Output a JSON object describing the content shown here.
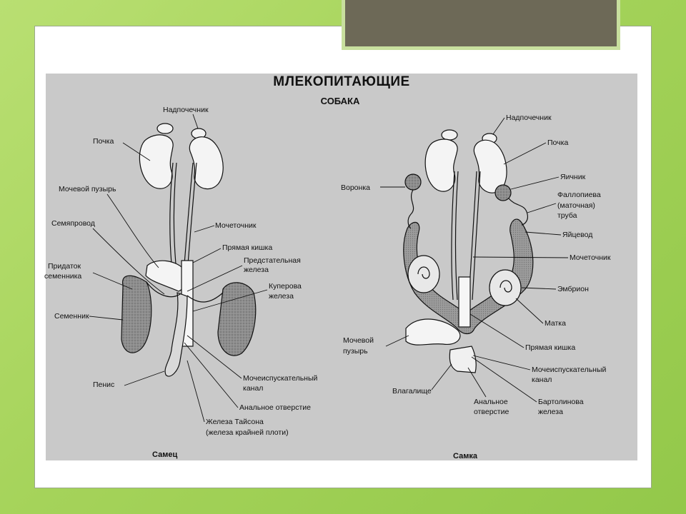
{
  "diagram": {
    "title": "МЛЕКОПИТАЮЩИЕ",
    "subtitle": "СОБАКА",
    "male": {
      "caption": "Самец",
      "labels": {
        "adrenal": "Надпочечник",
        "kidney": "Почка",
        "bladder": "Мочевой пузырь",
        "vas_deferens": "Семяпровод",
        "ureter": "Мочеточник",
        "epididymis_1": "Придаток",
        "epididymis_2": "семенника",
        "rectum": "Прямая кишка",
        "prostate_1": "Предстательная",
        "prostate_2": "железа",
        "cowper_1": "Куперова",
        "cowper_2": "железа",
        "testis": "Семенник",
        "penis": "Пенис",
        "urethra_1": "Мочеиспускательный",
        "urethra_2": "канал",
        "anus": "Анальное отверстие",
        "tyson_1": "Железа Тайсона",
        "tyson_2": "(железа крайней плоти)"
      }
    },
    "female": {
      "caption": "Самка",
      "labels": {
        "adrenal": "Надпочечник",
        "kidney": "Почка",
        "infundibulum": "Воронка",
        "ovary": "Яичник",
        "fallopian_1": "Фаллопиева",
        "fallopian_2": "(маточная)",
        "fallopian_3": "труба",
        "oviduct": "Яйцевод",
        "ureter": "Мочеточник",
        "embryo": "Эмбрион",
        "uterus": "Матка",
        "bladder_1": "Мочевой",
        "bladder_2": "пузырь",
        "rectum": "Прямая кишка",
        "urethra_1": "Мочеиспускательный",
        "urethra_2": "канал",
        "vagina": "Влагалище",
        "anus_1": "Анальное",
        "anus_2": "отверстие",
        "bartholin_1": "Бартолинова",
        "bartholin_2": "железа"
      }
    }
  }
}
